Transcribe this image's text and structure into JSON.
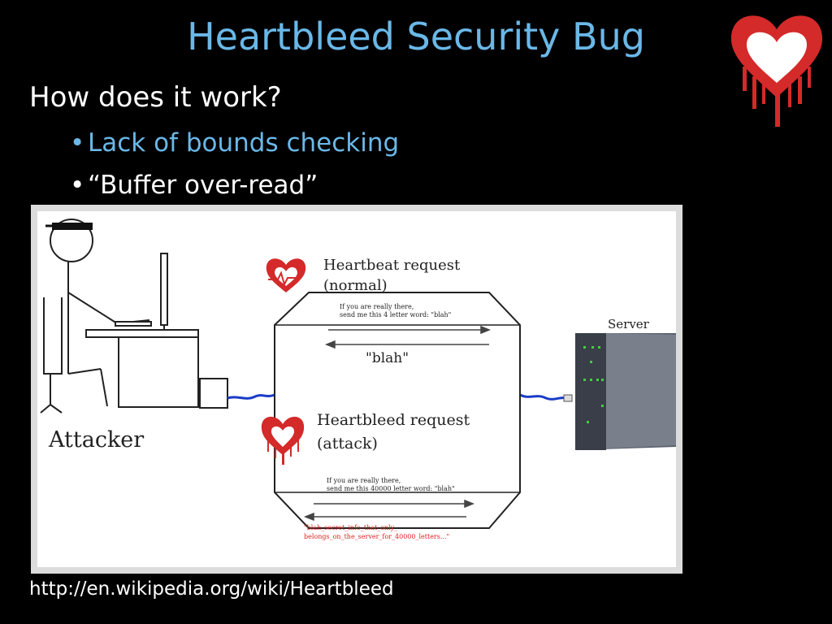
{
  "slide": {
    "title": "Heartbleed Security Bug",
    "subheading": "How does it work?",
    "bullets": [
      {
        "text": "Lack of bounds checking",
        "color": "#6ab8e8"
      },
      {
        "text": "“Buffer over-read”",
        "color": "#ffffff"
      }
    ],
    "source_url": "http://en.wikipedia.org/wiki/Heartbleed",
    "accent_color": "#6ab8e8",
    "logo_icon": "bleeding-heart-icon",
    "logo_color": "#d42a2a"
  },
  "diagram": {
    "attacker_label": "Attacker",
    "server_label": "Server",
    "normal_request": {
      "title_line1": "Heartbeat request",
      "title_line2": "(normal)",
      "message_line1": "If you are really there,",
      "message_line2": "send me this 4 letter word: \"blah\"",
      "response": "\"blah\""
    },
    "attack_request": {
      "title_line1": "Heartbleed request",
      "title_line2": "(attack)",
      "message_line1": "If you are really there,",
      "message_line2": "send me this 40000 letter word: \"blah\"",
      "response_line1": "\"blah_secret_info_that_only_",
      "response_line2": "belongs_on_the_server_for_40000_letters...\"",
      "response_color": "#e02020"
    }
  }
}
